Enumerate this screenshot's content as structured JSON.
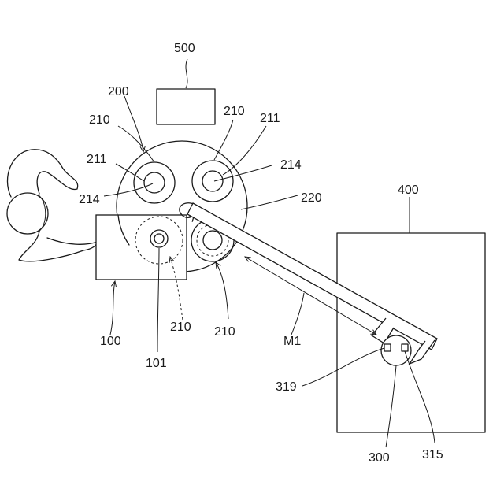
{
  "labels": {
    "l500": "500",
    "l200": "200",
    "l210_tl": "210",
    "l210_tr": "210",
    "l211_tr": "211",
    "l211_l": "211",
    "l214_r": "214",
    "l214_l": "214",
    "l220": "220",
    "l400": "400",
    "l100": "100",
    "l101": "101",
    "l210_bl": "210",
    "l210_br": "210",
    "lM1": "M1",
    "l319": "319",
    "l300": "300",
    "l315": "315"
  },
  "colors": {
    "stroke": "#1a1a1a",
    "background": "#ffffff"
  }
}
